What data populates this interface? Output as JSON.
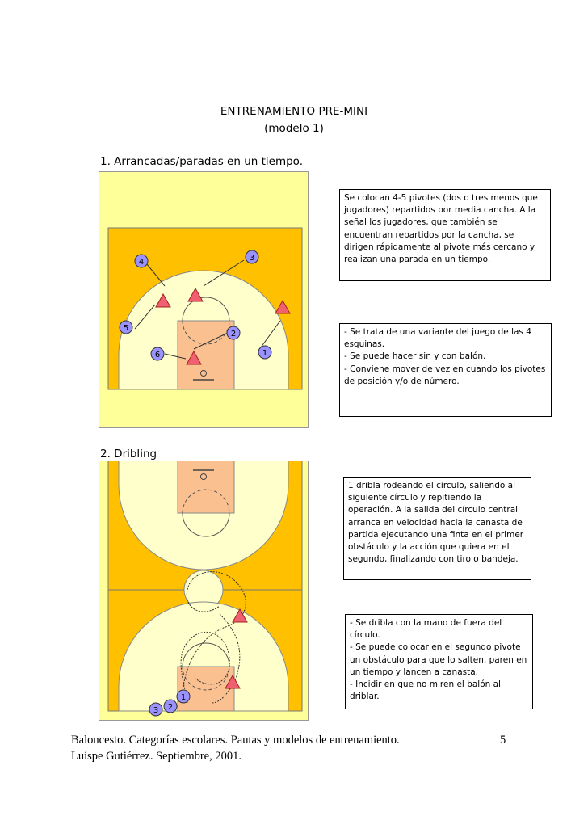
{
  "header": {
    "title": "ENTRENAMIENTO PRE-MINI",
    "subtitle": "(modelo 1)"
  },
  "sections": [
    {
      "heading": "1.  Arrancadas/paradas en un tiempo.",
      "box1": "Se colocan 4-5 pivotes (dos o tres menos que jugadores) repartidos por media cancha. A la señal los jugadores, que también se encuentran repartidos por la cancha, se dirigen rápidamente al pivote más cercano y realizan una parada en un tiempo.",
      "box2_lines": [
        "- Se trata de una variante del juego de las 4 esquinas.",
        "- Se puede hacer sin y con balón.",
        "- Conviene mover de vez en cuando los pivotes de posición y/o de número."
      ],
      "player_labels": [
        "1",
        "2",
        "3",
        "4",
        "5",
        "6"
      ]
    },
    {
      "heading": "2.  Dribling",
      "box1": "1 dribla rodeando el círculo, saliendo al siguiente círculo y repitiendo la operación. A la salida del círculo central arranca en velocidad hacia la canasta de partida ejecutando una finta en el primer obstáculo y la acción que quiera en el segundo, finalizando con tiro o bandeja.",
      "box2_lines": [
        "- Se dribla con la mano de fuera del círculo.",
        "- Se puede colocar en el segundo pivote un obstáculo para que lo salten, paren en un tiempo y lancen a canasta.",
        "- Incidir en que no miren el balón al driblar."
      ],
      "player_labels": [
        "1",
        "2",
        "3"
      ]
    }
  ],
  "footer": {
    "line1": "Baloncesto. Categorías escolares. Pautas y modelos de entrenamiento.",
    "page_number": "5",
    "line2": "Luispe Gutiérrez. Septiembre, 2001."
  },
  "colors": {
    "court_outer": "#ffff99",
    "court_floor": "#ffc000",
    "court_arc": "#ffffcc",
    "paint": "#fac090",
    "marker": "#f06070"
  }
}
